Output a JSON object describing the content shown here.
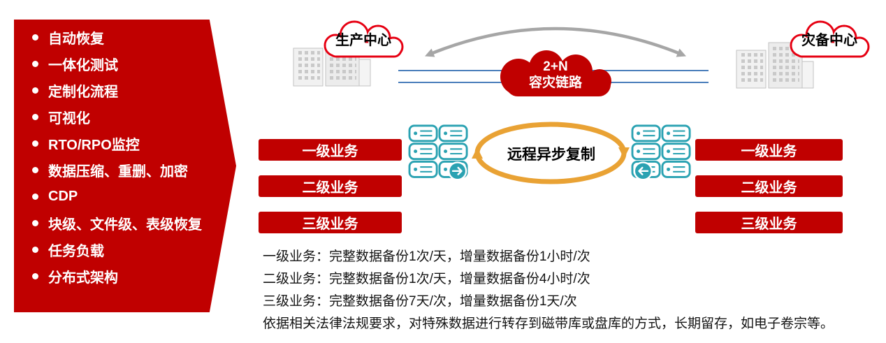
{
  "panel": {
    "items": [
      "自动恢复",
      "一体化测试",
      "定制化流程",
      "可视化",
      "RTO/RPO监控",
      "数据压缩、重删、加密",
      "CDP",
      "块级、文件级、表级恢复",
      "任务负载",
      "分布式架构"
    ]
  },
  "sites": {
    "production": "生产中心",
    "disaster": "灾备中心"
  },
  "link_cloud": {
    "line1": "2+N",
    "line2": "容灾链路"
  },
  "replication": {
    "label": "远程异步复制"
  },
  "business": {
    "left": [
      "一级业务",
      "二级业务",
      "三级业务"
    ],
    "right": [
      "一级业务",
      "二级业务",
      "三级业务"
    ]
  },
  "notes": {
    "lines": [
      "一级业务：完整数据备份1次/天，增量数据备份1小时/次",
      "二级业务：完整数据备份1次/天，增量数据备份4小时/次",
      "三级业务：完整数据备份7天/次，增量数据备份1天/次",
      "依据相关法律法规要求，对特殊数据进行转存到磁带库或盘库的方式，长期留存，如电子卷宗等。"
    ]
  },
  "colors": {
    "primary_red": "#C00000",
    "cloud_outline_red": "#E60012",
    "teal": "#2AA2B2",
    "gold": "#E9A234",
    "blue_line": "#4A7EBB",
    "gray_arrow": "#A6A6A6"
  }
}
